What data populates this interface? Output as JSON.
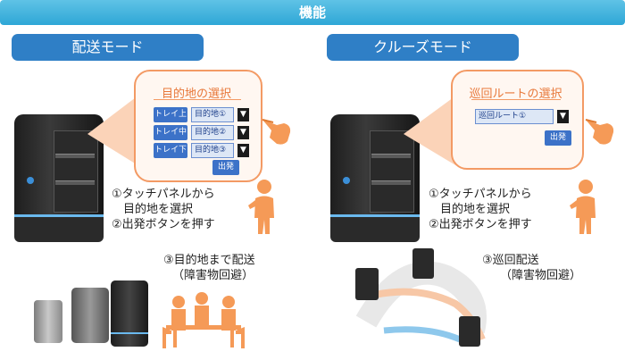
{
  "header": {
    "title": "機能"
  },
  "delivery_mode": {
    "title": "配送モード",
    "callout_title": "目的地の選択",
    "rows": [
      {
        "tray": "トレイ上",
        "destination": "目的地①",
        "arrow": "▼"
      },
      {
        "tray": "トレイ中",
        "destination": "目的地②",
        "arrow": "▼"
      },
      {
        "tray": "トレイ下",
        "destination": "目的地③",
        "arrow": "▼"
      }
    ],
    "start_button": "出発",
    "steps": [
      "①タッチパネルから",
      "　目的地を選択",
      "②出発ボタンを押す"
    ],
    "step3": [
      "③目的地まで配送",
      "（障害物回避）"
    ]
  },
  "cruise_mode": {
    "title": "クルーズモード",
    "callout_title": "巡回ルートの選択",
    "route": {
      "label": "巡回ルート①",
      "arrow": "▼"
    },
    "start_button": "出発",
    "steps": [
      "①タッチパネルから",
      "　目的地を選択",
      "②出発ボタンを押す"
    ],
    "step3": [
      "③巡回配送",
      "（障害物回避）"
    ]
  },
  "colors": {
    "accent_blue": "#2f7fc6",
    "banner": "#3fb3df",
    "callout_border": "#f39a64",
    "callout_text": "#e8783a"
  }
}
